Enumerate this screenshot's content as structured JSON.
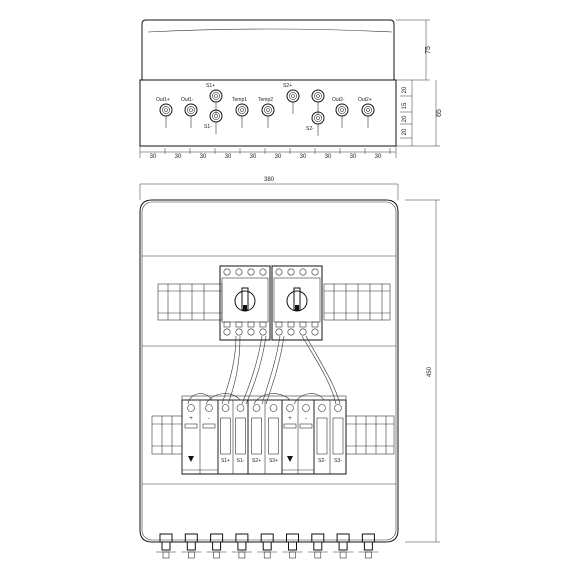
{
  "top_view": {
    "gland_labels_upper": [
      "Out1+",
      "Out1-",
      "S1+",
      "Temp1",
      "Temp2",
      "S2+",
      "Out2-",
      "Out2+"
    ],
    "gland_labels_lower": [
      "S1-",
      "S2-"
    ],
    "bottom_dims": [
      "30",
      "30",
      "30",
      "30",
      "30",
      "30",
      "30",
      "30",
      "30",
      "30"
    ],
    "right_dims_small": [
      "20",
      "15",
      "20",
      "20"
    ],
    "dim_75": "75",
    "dim_65": "65"
  },
  "front_view": {
    "width_dim": "380",
    "height_dim": "450",
    "fuse_labels": [
      "S1+",
      "S1-",
      "S2+",
      "S3+",
      "S2-",
      "S3-"
    ],
    "spd_signs": [
      "+",
      "-",
      "+",
      "-"
    ]
  }
}
